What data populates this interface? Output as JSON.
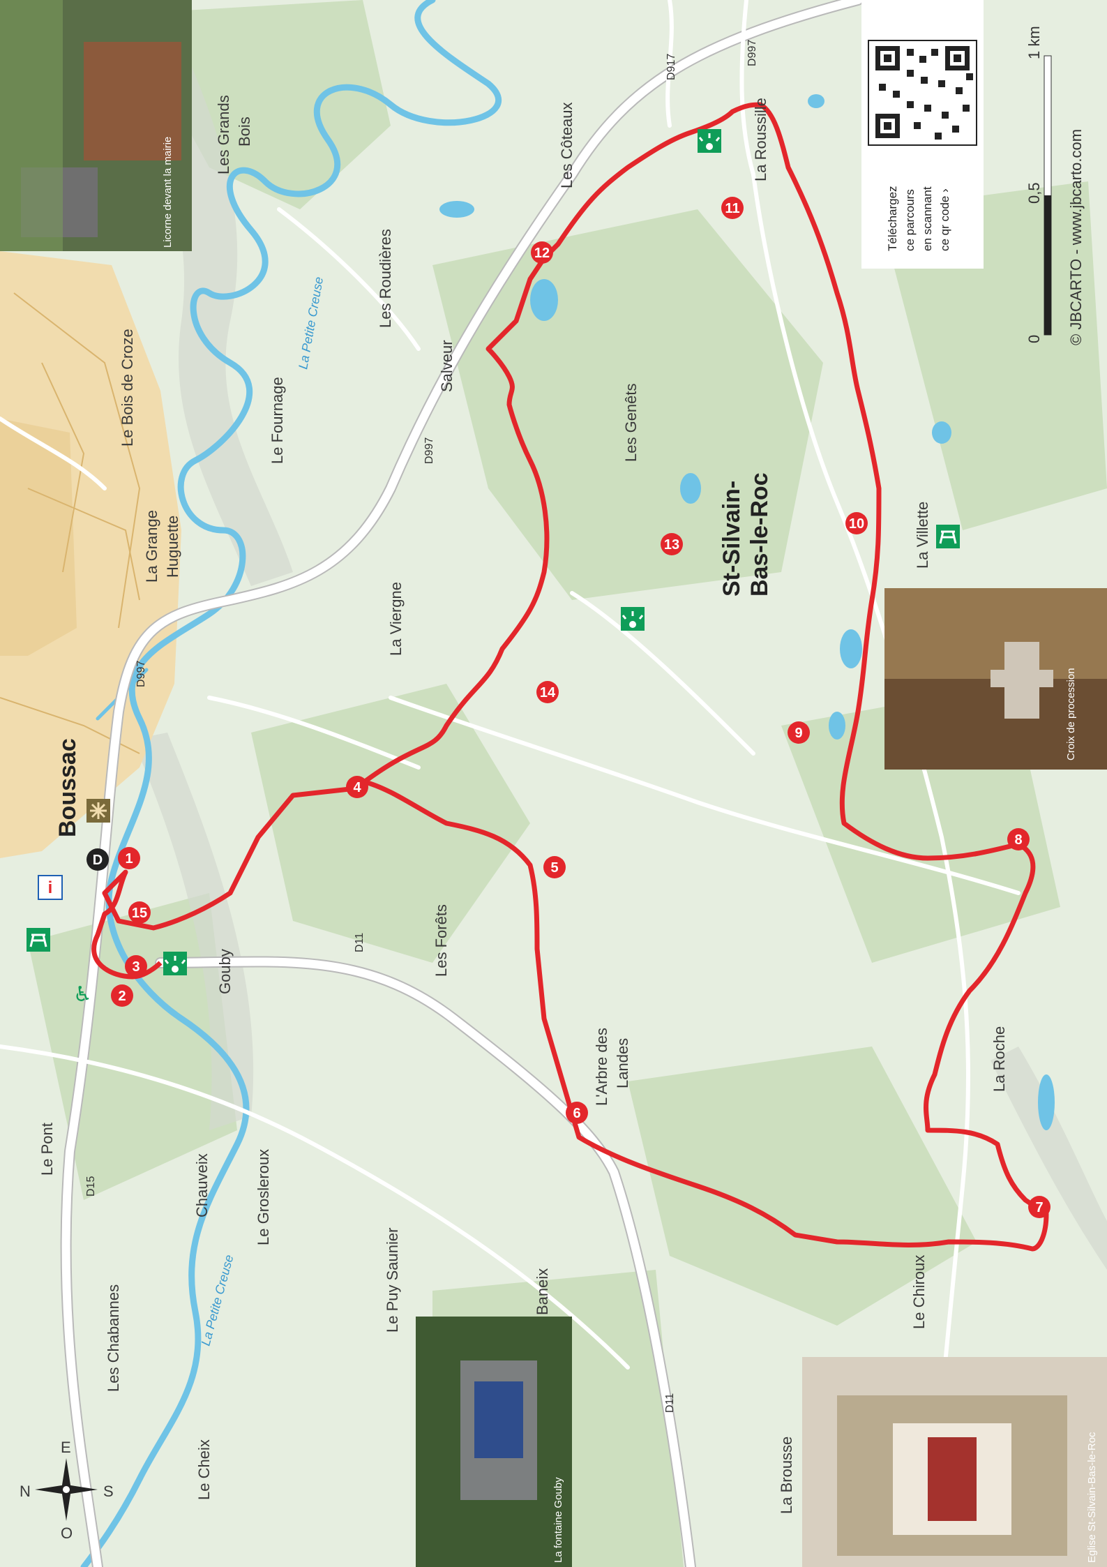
{
  "places": [
    {
      "id": "boussac",
      "text": "Boussac"
    },
    {
      "id": "st-silvain",
      "text": "St-Silvain-"
    },
    {
      "id": "st-silvain-2",
      "text": "Bas-le-Roc"
    },
    {
      "id": "les-grands-bois-1",
      "text": "Les Grands"
    },
    {
      "id": "les-grands-bois-2",
      "text": "Bois"
    },
    {
      "id": "les-roudieres",
      "text": "Les Roudières"
    },
    {
      "id": "les-coteaux",
      "text": "Les Côteaux"
    },
    {
      "id": "la-roussille",
      "text": "La Roussille"
    },
    {
      "id": "le-bois-de-croze",
      "text": "Le Bois de Croze"
    },
    {
      "id": "le-fournage",
      "text": "Le Fournage"
    },
    {
      "id": "salveur",
      "text": "Salveur"
    },
    {
      "id": "les-genets",
      "text": "Les Genêts"
    },
    {
      "id": "la-grange-1",
      "text": "La Grange"
    },
    {
      "id": "la-grange-2",
      "text": "Huguette"
    },
    {
      "id": "la-viergne",
      "text": "La Viergne"
    },
    {
      "id": "la-villette",
      "text": "La Villette"
    },
    {
      "id": "gouby",
      "text": "Gouby"
    },
    {
      "id": "les-forets",
      "text": "Les Forêts"
    },
    {
      "id": "arbre-1",
      "text": "L'Arbre des"
    },
    {
      "id": "arbre-2",
      "text": "Landes"
    },
    {
      "id": "la-roche",
      "text": "La Roche"
    },
    {
      "id": "le-pont",
      "text": "Le Pont"
    },
    {
      "id": "chauveix",
      "text": "Chauveix"
    },
    {
      "id": "le-grosleroux",
      "text": "Le Grosleroux"
    },
    {
      "id": "le-puy-saunier",
      "text": "Le Puy Saunier"
    },
    {
      "id": "baneix",
      "text": "Baneix"
    },
    {
      "id": "le-chiroux",
      "text": "Le Chiroux"
    },
    {
      "id": "les-chabannes",
      "text": "Les Chabannes"
    },
    {
      "id": "le-cheix",
      "text": "Le Cheix"
    },
    {
      "id": "la-brousse",
      "text": "La Brousse"
    }
  ],
  "roads": [
    "D917",
    "D997",
    "D997",
    "D997",
    "D11",
    "D11",
    "D15"
  ],
  "rivers": [
    "La Petite Creuse",
    "La Petite Creuse"
  ],
  "waypoints": [
    "1",
    "2",
    "3",
    "4",
    "5",
    "6",
    "7",
    "8",
    "9",
    "10",
    "11",
    "12",
    "13",
    "14",
    "15"
  ],
  "start_marker": "D",
  "photos": [
    {
      "caption": "Licorne devant la mairie"
    },
    {
      "caption": "Croix de procession"
    },
    {
      "caption": "La fontaine Gouby"
    },
    {
      "caption": "Eglise St-Silvain-Bas-le-Roc"
    }
  ],
  "qr": {
    "lines": [
      "Téléchargez",
      "ce parcours",
      "en scannant",
      "ce qr code ›"
    ]
  },
  "scale": {
    "labels": [
      "0",
      "0,5",
      "1 km"
    ]
  },
  "credit": "© JBCARTO - www.jbcarto.com",
  "compass": {
    "n": "N",
    "s": "S",
    "e": "E",
    "o": "O"
  },
  "colors": {
    "route": "#e3262b",
    "water": "#6fc3e6",
    "forest": "#c8dcb8",
    "village": "#f1dcae",
    "road": "#ffffff",
    "poi": "#0f9d58"
  },
  "icons": [
    "picnic-icon",
    "tourist-office-icon",
    "viewpoint-icon",
    "monument-icon",
    "compass-rose-icon",
    "qr-code-icon"
  ]
}
